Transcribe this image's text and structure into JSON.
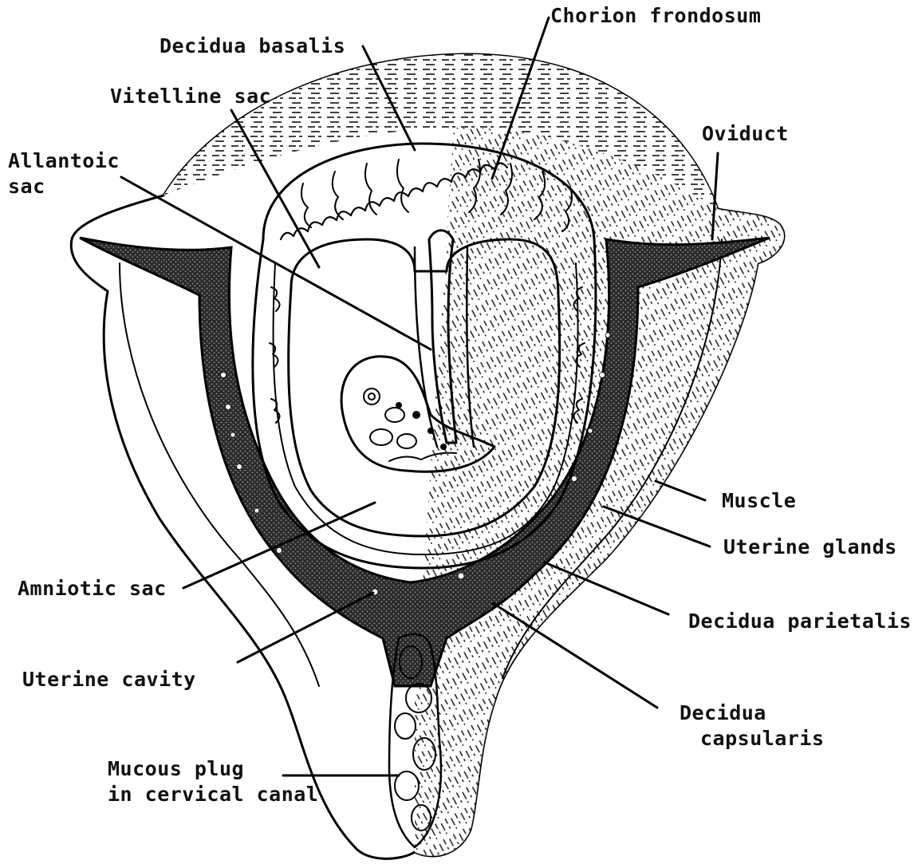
{
  "labels": {
    "decidua_basalis": "Decidua basalis",
    "chorion_frondosum": "Chorion frondosum",
    "vitelline_sac": "Vitelline sac",
    "oviduct": "Oviduct",
    "allantoic_sac_line1": "Allantoic",
    "allantoic_sac_line2": "sac",
    "muscle": "Muscle",
    "uterine_glands": "Uterine glands",
    "amniotic_sac": "Amniotic sac",
    "decidua_parietalis": "Decidua parietalis",
    "uterine_cavity": "Uterine cavity",
    "decidua_capsularis_line1": "Decidua",
    "decidua_capsularis_line2": "capsularis",
    "mucous_plug_line1": "Mucous plug",
    "mucous_plug_line2": "in cervical canal"
  },
  "colors": {
    "ink": "#000000",
    "paper": "#ffffff",
    "stipple": "#3a3a3a"
  }
}
